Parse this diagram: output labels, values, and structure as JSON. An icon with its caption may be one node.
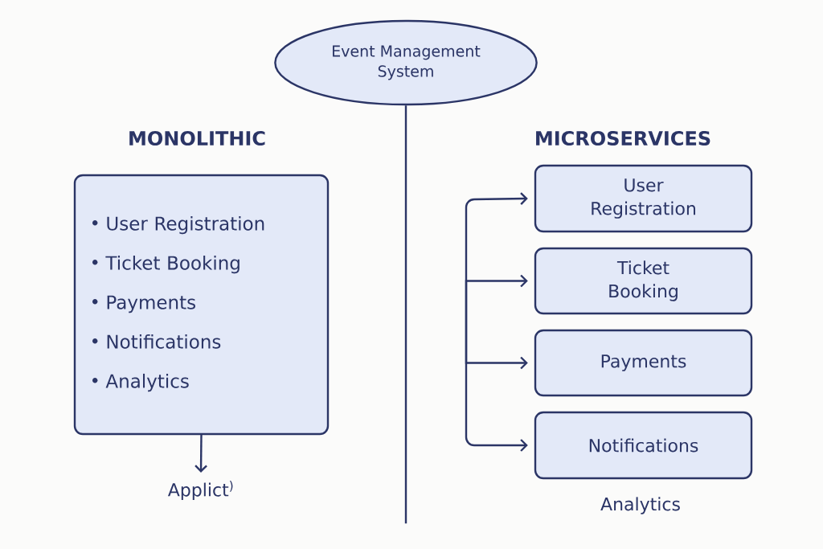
{
  "diagram": {
    "nodes": [
      {
        "text": [
          "Event Management System"
        ]
      },
      {
        "text": [
          "User Registration",
          "Ticket Booking",
          "Payments",
          "Notifications",
          "Analytics"
        ]
      },
      {
        "text": [
          "Applict$^{)}$"
        ]
      },
      {
        "text": [
          "User Registration"
        ]
      },
      {
        "text": [
          "Ticket Booking"
        ]
      },
      {
        "text": [
          "Payments"
        ]
      },
      {
        "text": [
          "Notifications"
        ]
      }
    ],
    "edges": [
      {
        "from": 0,
        "to": null,
        "arrow": "none"
      },
      {
        "from": 1,
        "to": 2,
        "arrow": "to"
      },
      {
        "from": null,
        "to": 3,
        "arrow": "to"
      },
      {
        "from": null,
        "to": 4,
        "arrow": "to"
      },
      {
        "from": null,
        "to": 5,
        "arrow": "to"
      },
      {
        "from": null,
        "to": 6,
        "arrow": "to"
      }
    ],
    "labels": [
      "MONOLITHIC",
      "MICROSERVICES",
      "Analytics"
    ]
  }
}
